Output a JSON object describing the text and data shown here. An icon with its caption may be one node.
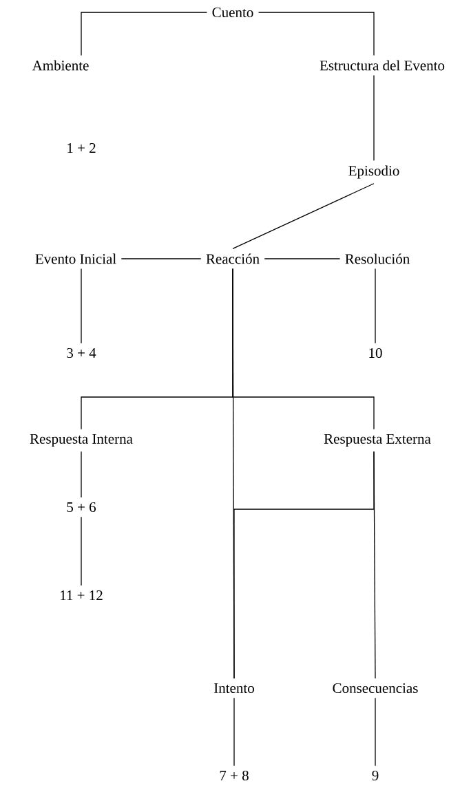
{
  "diagram": {
    "nodes": [
      {
        "text": [
          "Cuento"
        ]
      },
      {
        "text": [
          "Ambiente"
        ]
      },
      {
        "text": [
          "Estructura del Evento"
        ]
      },
      {
        "text": [
          "Episodio"
        ]
      },
      {
        "text": [
          "Evento Inicial"
        ]
      },
      {
        "text": [
          "Reacción"
        ]
      },
      {
        "text": [
          "Resolución"
        ]
      },
      {
        "text": [
          "3 + 4"
        ]
      },
      {
        "text": [
          "10"
        ]
      },
      {
        "text": [
          "Respuesta Interna"
        ]
      },
      {
        "text": [
          "Respuesta Externa"
        ]
      },
      {
        "text": [
          "5 + 6"
        ]
      },
      {
        "text": [
          "11 + 12"
        ]
      },
      {
        "text": [
          "Intento"
        ]
      },
      {
        "text": [
          "Consecuencias"
        ]
      },
      {
        "text": [
          "7 + 8"
        ]
      },
      {
        "text": [
          "9"
        ]
      }
    ],
    "edges": [
      {
        "from": 0,
        "to": 1,
        "arrow": "none"
      },
      {
        "from": 0,
        "to": 2,
        "arrow": "none"
      },
      {
        "from": 2,
        "to": 3,
        "arrow": "none"
      },
      {
        "from": 3,
        "to": 5,
        "arrow": "none"
      },
      {
        "from": 4,
        "to": 5,
        "arrow": "none"
      },
      {
        "from": 5,
        "to": 6,
        "arrow": "none"
      },
      {
        "from": 4,
        "to": 7,
        "arrow": "none"
      },
      {
        "from": 6,
        "to": 8,
        "arrow": "none"
      },
      {
        "from": 5,
        "to": 9,
        "arrow": "none"
      },
      {
        "from": 5,
        "to": 10,
        "arrow": "none"
      },
      {
        "from": 5,
        "to": 13,
        "arrow": "none"
      },
      {
        "from": 10,
        "to": 14,
        "arrow": "none"
      },
      {
        "from": 10,
        "to": 13,
        "arrow": "none"
      },
      {
        "from": 9,
        "to": 11,
        "arrow": "none"
      },
      {
        "from": 11,
        "to": 12,
        "arrow": "none"
      },
      {
        "from": 13,
        "to": 15,
        "arrow": "none"
      },
      {
        "from": 14,
        "to": 16,
        "arrow": "none"
      }
    ],
    "labels": [
      "1 + 2"
    ]
  }
}
